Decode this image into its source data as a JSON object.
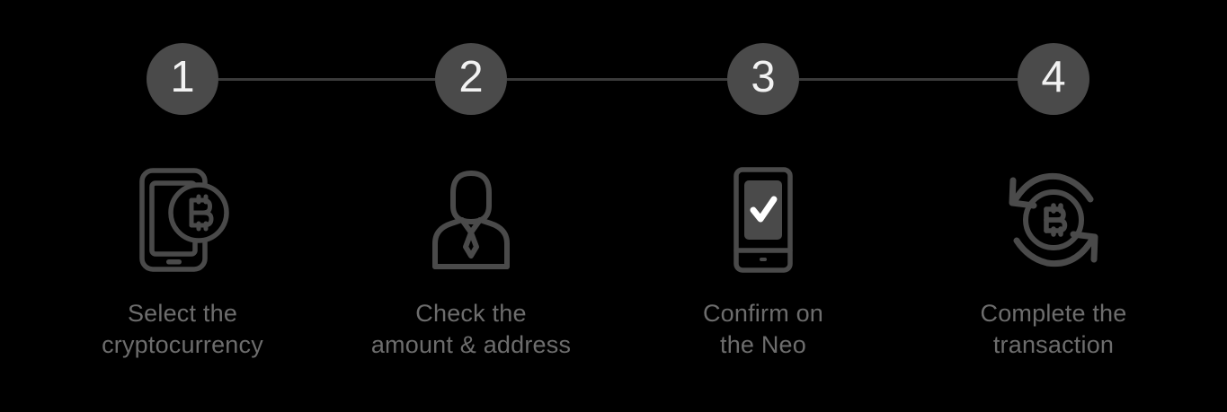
{
  "theme": {
    "background": "#000000",
    "circle_fill": "#4a4a4a",
    "circle_text": "#f2f2f2",
    "rail_line": "#3b3b3b",
    "icon_stroke": "#4a4a4a",
    "caption_color": "#6d6d6d"
  },
  "progress": {
    "steps": [
      {
        "number": "1"
      },
      {
        "number": "2"
      },
      {
        "number": "3"
      },
      {
        "number": "4"
      }
    ]
  },
  "steps": [
    {
      "number": "1",
      "icon": "phone-bitcoin-icon",
      "caption_line1": "Select the",
      "caption_line2": "cryptocurrency"
    },
    {
      "number": "2",
      "icon": "person-suit-icon",
      "caption_line1": "Check the",
      "caption_line2": "amount & address"
    },
    {
      "number": "3",
      "icon": "device-checkmark-icon",
      "caption_line1": "Confirm on",
      "caption_line2": "the Neo"
    },
    {
      "number": "4",
      "icon": "bitcoin-refresh-icon",
      "caption_line1": "Complete the",
      "caption_line2": "transaction"
    }
  ]
}
